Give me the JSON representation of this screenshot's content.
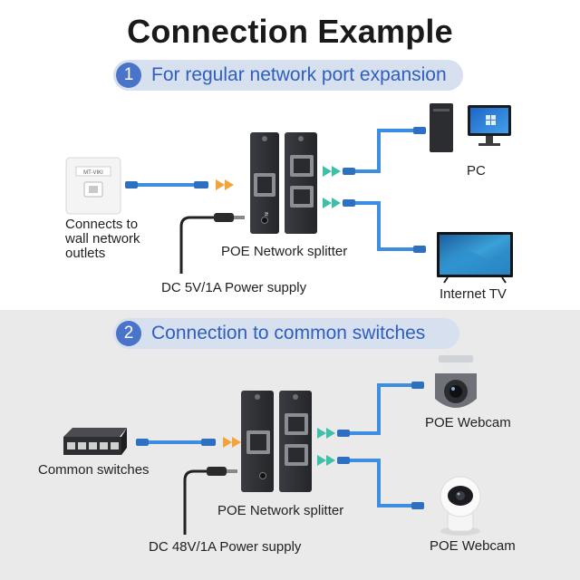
{
  "title": "Connection Example",
  "section1": {
    "number": "1",
    "heading": "For regular network port expansion",
    "wall_plate_brand": "MT-VIKI",
    "wall_label_lines": [
      "Connects to",
      "wall network",
      "outlets"
    ],
    "splitter_label": "POE Network splitter",
    "power_label": "DC 5V/1A Power supply",
    "device_top_label": "PC",
    "device_bottom_label": "Internet TV"
  },
  "section2": {
    "number": "2",
    "heading": "Connection to common switches",
    "source_label": "Common switches",
    "splitter_label": "POE Network splitter",
    "power_label": "DC 48V/1A Power supply",
    "device_top_label": "POE Webcam",
    "device_bottom_label": "POE Webcam"
  },
  "colors": {
    "cable": "#3d8ee0",
    "cable_tip": "#2f6fc0",
    "arrow": "#3cc0a8",
    "arrow_in": "#f2a33a",
    "device": "#2e3034",
    "accent": "#4a74c9",
    "pill": "#d6e0ee"
  },
  "icons": [
    "wall-outlet-icon",
    "poe-splitter-icon",
    "dc-plug-icon",
    "desktop-pc-icon",
    "television-icon",
    "network-switch-icon",
    "dome-camera-icon",
    "home-camera-icon"
  ]
}
